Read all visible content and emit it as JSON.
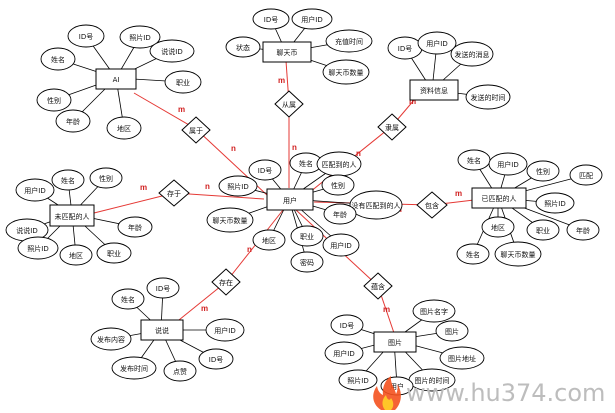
{
  "diagram": {
    "entities": [
      {
        "id": "ai",
        "label": "AI"
      },
      {
        "id": "coin",
        "label": "聊天币"
      },
      {
        "id": "profile",
        "label": "资料信息"
      },
      {
        "id": "user",
        "label": "用户"
      },
      {
        "id": "matched",
        "label": "已匹配的人"
      },
      {
        "id": "unmatched",
        "label": "未匹配的人"
      },
      {
        "id": "post",
        "label": "说说"
      },
      {
        "id": "image",
        "label": "图片"
      }
    ],
    "relations": [
      {
        "id": "r_belong",
        "label": "属于"
      },
      {
        "id": "r_coin_belong",
        "label": "从属"
      },
      {
        "id": "r_profile_belong",
        "label": "隶属"
      },
      {
        "id": "r_contain",
        "label": "包含"
      },
      {
        "id": "r_exist1",
        "label": "存于"
      },
      {
        "id": "r_exist2",
        "label": "存在"
      },
      {
        "id": "r_include",
        "label": "蕴含"
      }
    ],
    "attributes": {
      "ai": [
        "ID号",
        "照片ID",
        "姓名",
        "说说ID",
        "职业",
        "性别",
        "年龄",
        "地区"
      ],
      "coin": [
        "ID号",
        "用户ID",
        "充值时间",
        "状态",
        "聊天币数量"
      ],
      "profile": [
        "ID号",
        "用户ID",
        "发送的消息",
        "发送的时间"
      ],
      "user": [
        "ID号",
        "姓名",
        "匹配到的人",
        "照片ID",
        "性别",
        "没有匹配到的人",
        "聊天币数量",
        "年龄",
        "地区",
        "职业",
        "用户ID",
        "密码"
      ],
      "matched": [
        "姓名",
        "用户ID",
        "性别",
        "匹配",
        "照片ID",
        "地区",
        "职业",
        "年龄",
        "聊天币数量"
      ],
      "unmatched": [
        "姓名",
        "性别",
        "用户ID",
        "说说ID",
        "照片ID",
        "地区",
        "职业",
        "年龄"
      ],
      "post": [
        "姓名",
        "ID号",
        "发布内容",
        "用户ID",
        "发布时间",
        "点赞",
        "ID号"
      ],
      "image": [
        "ID号",
        "图片名字",
        "图片",
        "用户ID",
        "图片地址",
        "照片ID",
        "图片的时间",
        "用户"
      ]
    },
    "cardinalities": [
      "m",
      "n",
      "m",
      "n",
      "m",
      "n",
      "m",
      "n",
      "m",
      "n",
      "m",
      "n",
      "m",
      "n"
    ],
    "watermark": "www.hu374.com"
  }
}
